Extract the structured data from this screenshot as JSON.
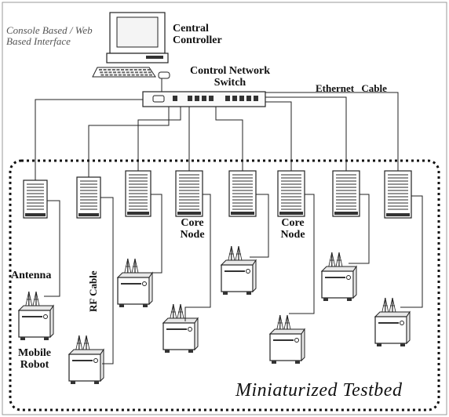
{
  "labels": {
    "interface": "Console Based / Web Based Interface",
    "central_controller": "Central Controller",
    "switch": "Control Network Switch",
    "ethernet": "Ethernet Cable",
    "core_node_1": "Core Node",
    "core_node_2": "Core Node",
    "antenna": "Antenna",
    "rf_cable": "RF Cable",
    "mobile_robot": "Mobile Robot",
    "testbed": "Miniaturized Testbed"
  },
  "counts": {
    "servers": 8,
    "robots": 8,
    "switch_ports": 10
  },
  "colors": {
    "line": "#222222",
    "frame": "#111111",
    "panel": "#e8e8e8",
    "dark": "#333333"
  }
}
